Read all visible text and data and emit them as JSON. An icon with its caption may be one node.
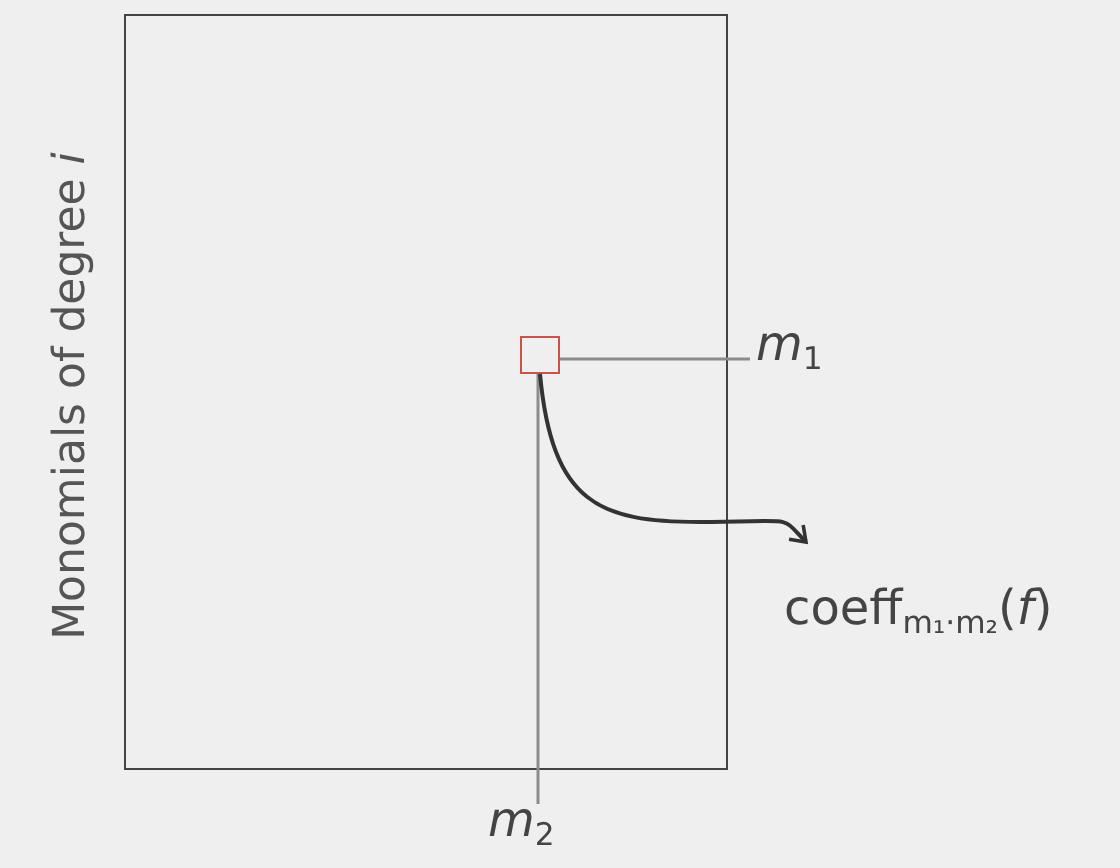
{
  "diagram": {
    "nodes": [
      {
        "text": [
          "Monomials of degree *i*"
        ]
      },
      {
        "text": [],
        "shape": "box",
        "in": 0
      },
      {
        "text": [
          "*m*$_{1}$"
        ]
      },
      {
        "text": [
          "*m*$_{2}$"
        ]
      },
      {
        "text": [
          "coeff$_{m₁·m₂}$(*f*)"
        ]
      }
    ],
    "edges": [
      {
        "from": 2,
        "to": 1,
        "arrow": "none",
        "color": "#8c8c8c"
      },
      {
        "from": 3,
        "to": 1,
        "arrow": "none",
        "color": "#8c8c8c"
      },
      {
        "from": 1,
        "to": 4,
        "arrow": "to"
      }
    ]
  }
}
